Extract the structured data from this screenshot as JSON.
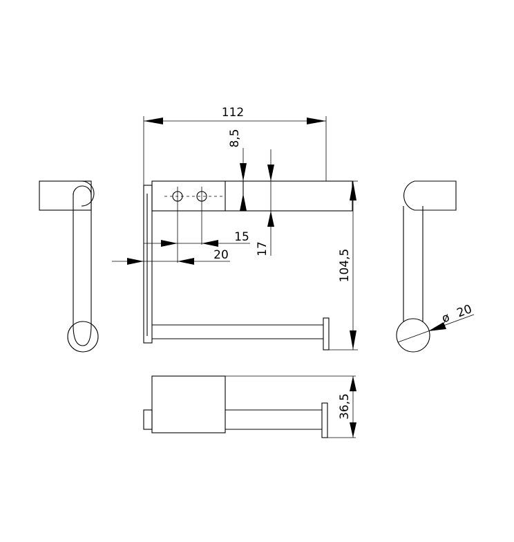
{
  "drawing": {
    "dimensions": {
      "overall_width": "112",
      "top_offset": "8,5",
      "hole_spacing": "15",
      "tab_height": "17",
      "hole_offset": "20",
      "overall_height": "104,5",
      "diameter": "20",
      "diameter_symbol": "ø",
      "depth": "36,5"
    }
  }
}
